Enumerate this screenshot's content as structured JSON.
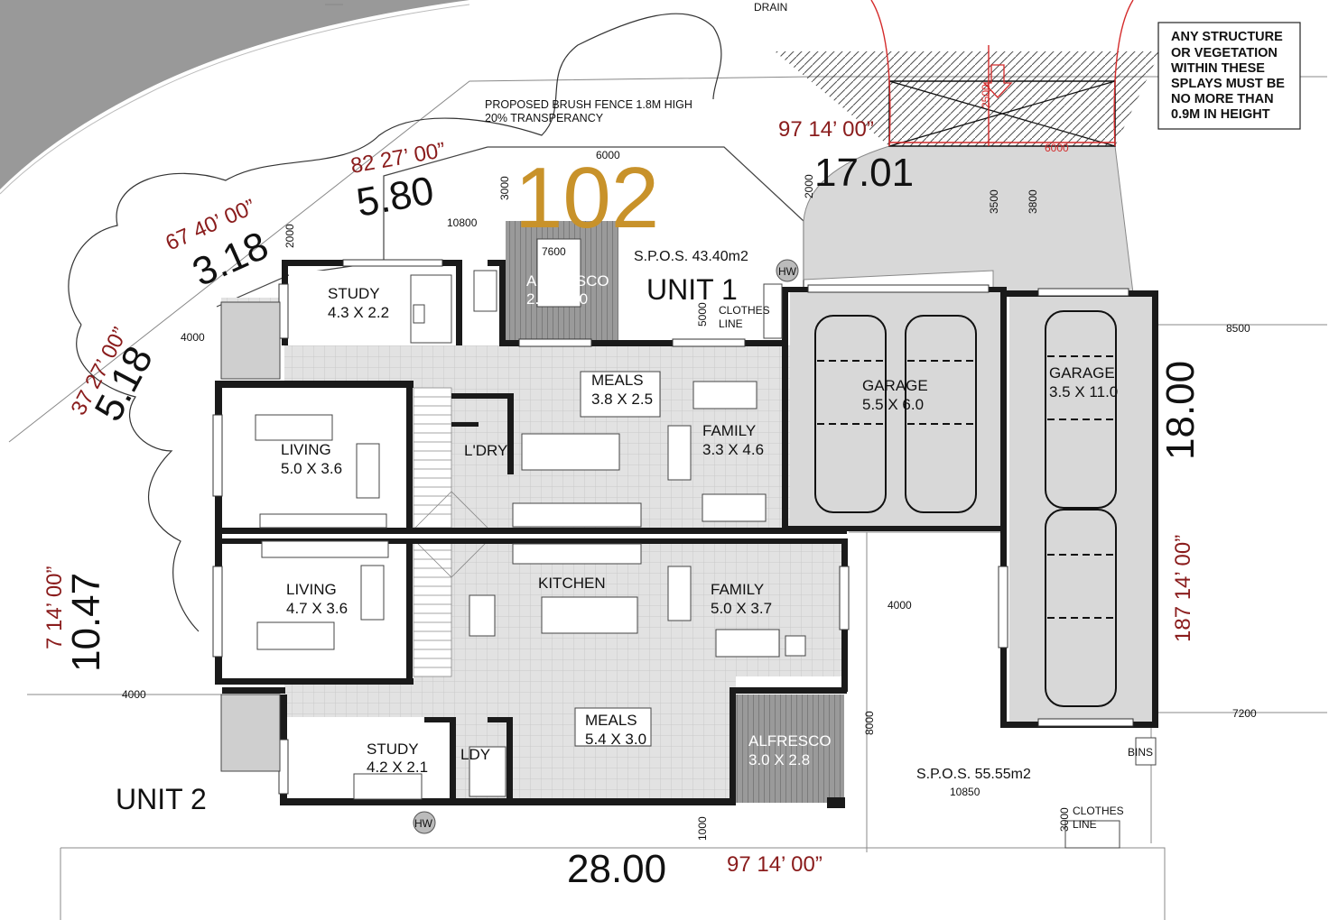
{
  "lot_number": "102",
  "colors": {
    "lot_number": "#c8922a",
    "bearing": "#8a1c1c",
    "splay": "#d42a2a",
    "wall": "#1a1a1a"
  },
  "labels": {
    "drain": "DRAIN",
    "fence_line1": "PROPOSED BRUSH FENCE 1.8M HIGH",
    "fence_line2": "20% TRANSPERANCY",
    "note": [
      "ANY STRUCTURE",
      "OR VEGETATION",
      "WITHIN THESE",
      "SPLAYS MUST BE",
      "NO MORE THAN",
      "0.9M IN HEIGHT"
    ]
  },
  "units": {
    "unit1": {
      "name": "UNIT 1",
      "spos": "S.P.O.S. 43.40m2",
      "clothes": [
        "CLOTHES",
        "LINE"
      ],
      "hw": "HW",
      "rooms": {
        "study": [
          "STUDY",
          "4.3 X 2.2"
        ],
        "alfresco": [
          "ALFRESCO",
          "2.9 X 3.0"
        ],
        "meals": [
          "MEALS",
          "3.8 X 2.5"
        ],
        "family": [
          "FAMILY",
          "3.3 X 4.6"
        ],
        "living": [
          "LIVING",
          "5.0 X 3.6"
        ],
        "laundry": [
          "L'DRY"
        ],
        "garage": [
          "GARAGE",
          "5.5 X 6.0"
        ]
      }
    },
    "unit2": {
      "name": "UNIT 2",
      "spos": "S.P.O.S. 55.55m2",
      "clothes": [
        "CLOTHES",
        "LINE"
      ],
      "hw": "HW",
      "bins": "BINS",
      "rooms": {
        "living": [
          "LIVING",
          "4.7 X 3.6"
        ],
        "kitchen": [
          "KITCHEN"
        ],
        "family": [
          "FAMILY",
          "5.0 X 3.7"
        ],
        "meals": [
          "MEALS",
          "5.4 X 3.0"
        ],
        "study": [
          "STUDY",
          "4.2 X 2.1"
        ],
        "laundry": [
          "LDY"
        ],
        "alfresco": [
          "ALFRESCO",
          "3.0 X 2.8"
        ],
        "garage": [
          "GARAGE",
          "3.5 X 11.0"
        ]
      }
    }
  },
  "boundaries": {
    "top": {
      "length": "17.01",
      "bearing": "97 14’ 00”"
    },
    "top_left": {
      "length": "5.80",
      "bearing": "82 27’ 00”"
    },
    "upper_left": {
      "length": "3.18",
      "bearing": "67 40’ 00”"
    },
    "mid_left": {
      "length": "5.18",
      "bearing": "37 27’ 00”"
    },
    "left": {
      "length": "10.47",
      "bearing": "7 14’ 00”"
    },
    "bottom": {
      "length": "28.00",
      "bearing": "97 14’ 00”"
    },
    "right": {
      "length": "18.00",
      "bearing": "187 14’ 00”"
    }
  },
  "dimensions": {
    "d6000_top": "6000",
    "d3000_left": "3000",
    "d10800": "10800",
    "d2000_a": "2000",
    "d2000_b": "2000",
    "d7600": "7600",
    "d5000": "5000",
    "d4000_a": "4000",
    "d4000_b": "4000",
    "d4000_c": "4000",
    "d3500": "3500",
    "d3800": "3800",
    "d8500": "8500",
    "d7200": "7200",
    "d8000": "8000",
    "d10850": "10850",
    "d1000": "1000",
    "d3000_b": "3000",
    "splay_2500": "2500",
    "splay_6000": "6000"
  }
}
